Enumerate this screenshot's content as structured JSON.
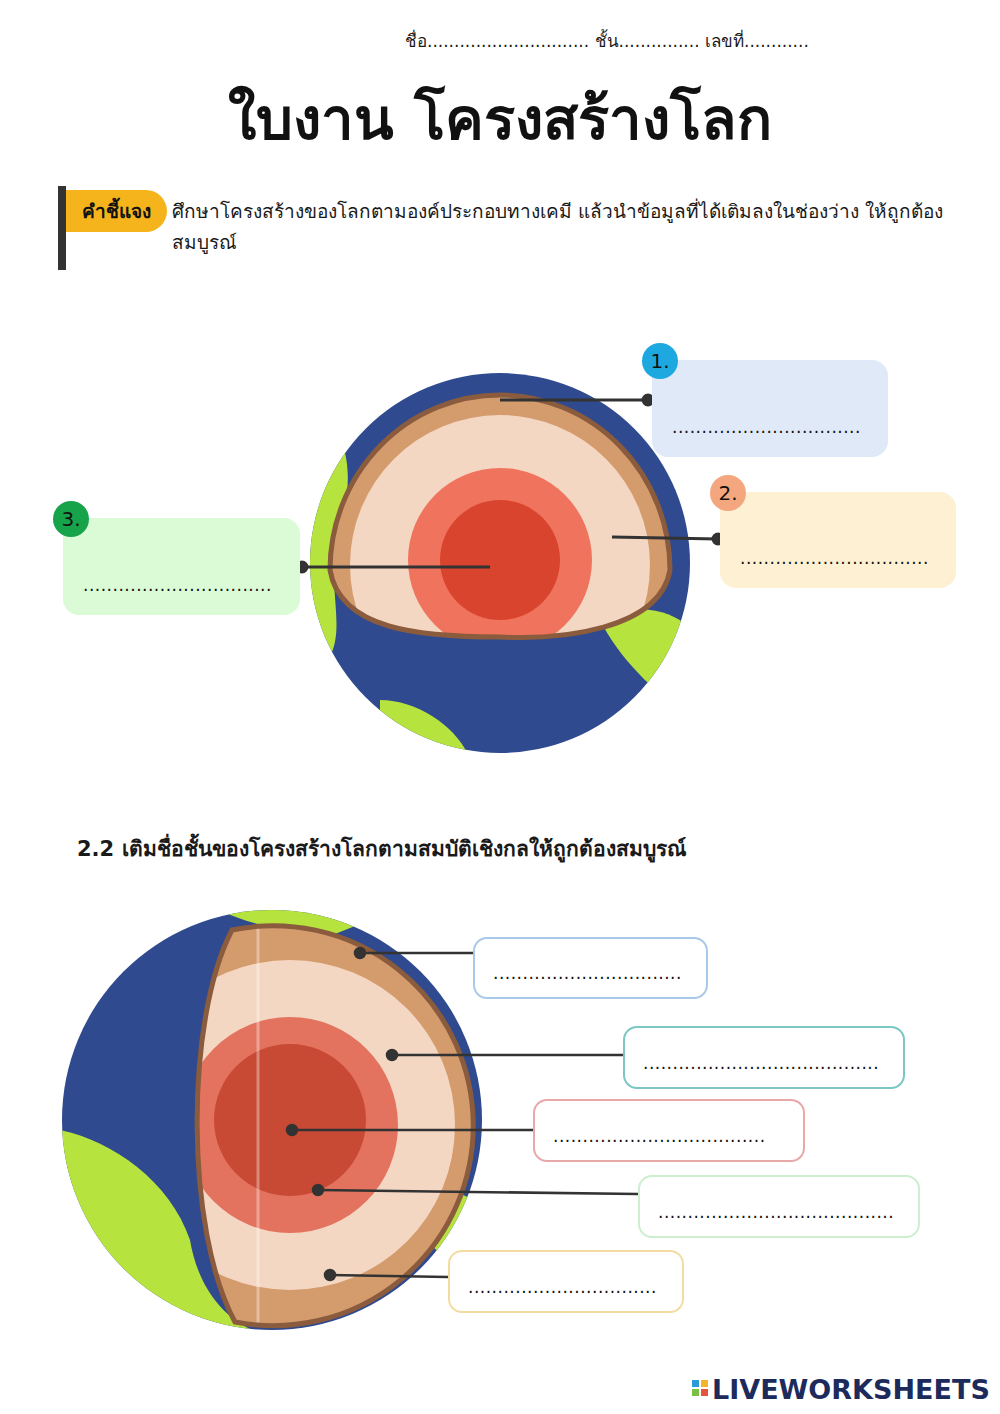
{
  "diagram": {
    "title": "ใบงาน โครงสร้างโลก",
    "nodes": [
      {
        "text": [
          "คำชี้แจง"
        ]
      },
      {
        "text": [
          "1.",
          "................................"
        ]
      },
      {
        "text": [
          "2.",
          "................................"
        ]
      },
      {
        "text": [
          "3.",
          "................................"
        ]
      },
      {
        "text": [
          "................................"
        ]
      },
      {
        "text": [
          "........................................"
        ]
      },
      {
        "text": [
          "...................................."
        ]
      },
      {
        "text": [
          "........................................"
        ]
      },
      {
        "text": [
          "................................"
        ]
      }
    ],
    "labels": [
      "ชื่อ.............................. ชั้น............... เลขที่............",
      "ศึกษาโครงสร้างของโลกตามองค์ประกอบทางเคมี แล้วนำข้อมูลที่ได้เติมลงในช่องว่าง ให้ถูกต้องสมบูรณ์",
      "2.2 เติมชื่อชั้นของโครงสร้างโลกตามสมบัติเชิงกลให้ถูกต้องสมบูรณ์",
      "LIVEWORKSHEETS"
    ]
  }
}
